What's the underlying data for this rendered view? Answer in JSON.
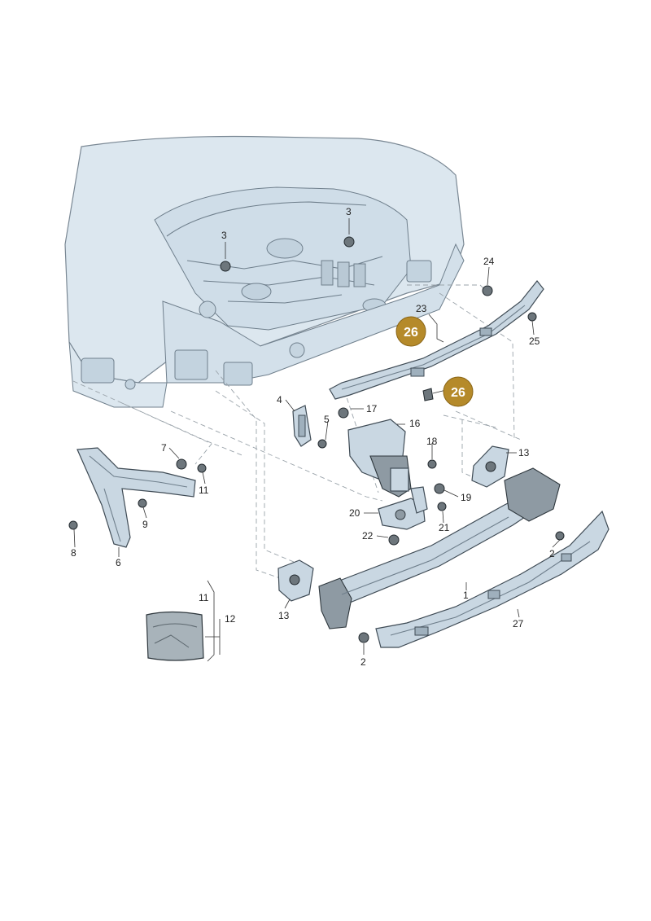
{
  "labels": {
    "l1": "1",
    "l2a": "2",
    "l2b": "2",
    "l3a": "3",
    "l3b": "3",
    "l4": "4",
    "l5": "5",
    "l6": "6",
    "l7": "7",
    "l8": "8",
    "l9": "9",
    "l11a": "11",
    "l11b": "11",
    "l12": "12",
    "l13a": "13",
    "l13b": "13",
    "l16": "16",
    "l17": "17",
    "l18": "18",
    "l19": "19",
    "l20": "20",
    "l21": "21",
    "l22": "22",
    "l23": "23",
    "l24": "24",
    "l25": "25",
    "l27": "27"
  },
  "badges": {
    "b26a": "26",
    "b26b": "26"
  },
  "colors": {
    "badge": "#b58a2a",
    "body_fill": "#dce7ef",
    "part_fill": "#c9d7e2"
  }
}
